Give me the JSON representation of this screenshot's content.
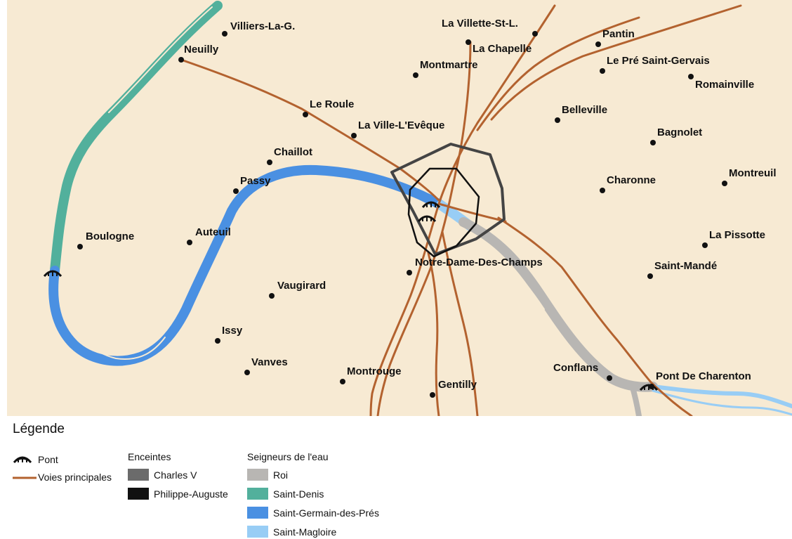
{
  "map": {
    "background_color": "#f7ead3",
    "colors": {
      "road": "#b3622f",
      "roi": "#b8b6b3",
      "saint_denis": "#52b09c",
      "saint_germain": "#4a90e2",
      "saint_magloire": "#98cdf5",
      "charles_v": "#444444",
      "philippe_auguste": "#111111"
    },
    "places": [
      {
        "name": "Villiers-La-G."
      },
      {
        "name": "Neuilly"
      },
      {
        "name": "La Villette-St-L."
      },
      {
        "name": "La Chapelle"
      },
      {
        "name": "Pantin"
      },
      {
        "name": "Montmartre"
      },
      {
        "name": "Le Pré Saint-Gervais"
      },
      {
        "name": "Romainville"
      },
      {
        "name": "Le Roule"
      },
      {
        "name": "Belleville"
      },
      {
        "name": "La Ville-L'Evêque"
      },
      {
        "name": "Bagnolet"
      },
      {
        "name": "Chaillot"
      },
      {
        "name": "Passy"
      },
      {
        "name": "Charonne"
      },
      {
        "name": "Montreuil"
      },
      {
        "name": "Boulogne"
      },
      {
        "name": "Auteuil"
      },
      {
        "name": "La Pissotte"
      },
      {
        "name": "Notre-Dame-Des-Champs"
      },
      {
        "name": "Saint-Mandé"
      },
      {
        "name": "Vaugirard"
      },
      {
        "name": "Issy"
      },
      {
        "name": "Vanves"
      },
      {
        "name": "Montrouge"
      },
      {
        "name": "Conflans"
      },
      {
        "name": "Pont De Charenton"
      },
      {
        "name": "Gentilly"
      }
    ],
    "bridge_icon": "bridge-icon"
  },
  "legend": {
    "title": "Légende",
    "pont_label": "Pont",
    "voies_label": "Voies principales",
    "enceintes": {
      "heading": "Enceintes",
      "items": [
        {
          "label": "Charles V",
          "color": "#6b6b6b"
        },
        {
          "label": "Philippe-Auguste",
          "color": "#111111"
        }
      ]
    },
    "seigneurs": {
      "heading": "Seigneurs de l'eau",
      "items": [
        {
          "label": "Roi",
          "color": "#b8b6b3"
        },
        {
          "label": "Saint-Denis",
          "color": "#52b09c"
        },
        {
          "label": "Saint-Germain-des-Prés",
          "color": "#4a90e2"
        },
        {
          "label": "Saint-Magloire",
          "color": "#98cdf5"
        }
      ]
    }
  }
}
